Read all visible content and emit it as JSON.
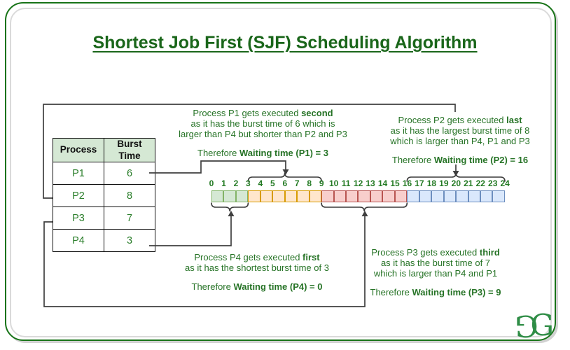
{
  "title": "Shortest Job First (SJF) Scheduling Algorithm",
  "colors": {
    "title_green": "#1a661a",
    "text_green": "#267326",
    "logo_green": "#2f8d46",
    "table_header_bg": "#d5e8d4",
    "connector_gray": "#3f3f3f",
    "frame_green": "#177317"
  },
  "table": {
    "headers": [
      "Process",
      "Burst Time"
    ],
    "rows": [
      {
        "process": "P1",
        "burst": "6"
      },
      {
        "process": "P2",
        "burst": "8"
      },
      {
        "process": "P3",
        "burst": "7"
      },
      {
        "process": "P4",
        "burst": "3"
      }
    ]
  },
  "timeline": {
    "ticks": [
      "0",
      "1",
      "2",
      "3",
      "4",
      "5",
      "6",
      "7",
      "8",
      "9",
      "10",
      "11",
      "12",
      "13",
      "14",
      "15",
      "16",
      "17",
      "18",
      "19",
      "20",
      "21",
      "22",
      "23",
      "24"
    ],
    "segments": [
      {
        "process": "P4",
        "from": 0,
        "to": 3,
        "fill": "#d5e8d4",
        "stroke": "#82b366"
      },
      {
        "process": "P1",
        "from": 3,
        "to": 9,
        "fill": "#ffe6cc",
        "stroke": "#d79b00"
      },
      {
        "process": "P3",
        "from": 9,
        "to": 16,
        "fill": "#f8cecc",
        "stroke": "#b85450"
      },
      {
        "process": "P2",
        "from": 16,
        "to": 24,
        "fill": "#dae8fc",
        "stroke": "#6c8ebf"
      }
    ]
  },
  "annotations": {
    "p1": {
      "l1_pre": "Process P1 gets executed ",
      "l1_bold": "second",
      "l2": "as it has the burst time of 6 which is",
      "l3": "larger than P4 but shorter than P2 and P3",
      "t_pre": "Therefore ",
      "t_bold": "Waiting time (P1) = 3"
    },
    "p2": {
      "l1_pre": "Process P2 gets executed ",
      "l1_bold": "last",
      "l2": "as it has the largest burst time of 8",
      "l3": "which is larger than P4, P1 and P3",
      "t_pre": "Therefore ",
      "t_bold": "Waiting time (P2) = 16"
    },
    "p4": {
      "l1_pre": "Process P4 gets executed ",
      "l1_bold": "first",
      "l2": "as it has the shortest burst time of 3",
      "t_pre": "Therefore ",
      "t_bold": "Waiting time (P4) = 0"
    },
    "p3": {
      "l1_pre": "Process P3 gets executed ",
      "l1_bold": "third",
      "l2": "as it has the burst time of 7",
      "l3": "which is larger than P4 and P1",
      "t_pre": "Therefore ",
      "t_bold": "Waiting time (P3) = 9"
    }
  },
  "logo": {
    "g1": "G",
    "g2": "G"
  }
}
